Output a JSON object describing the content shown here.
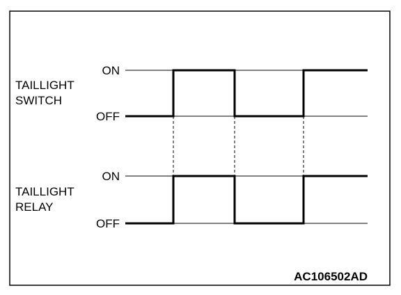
{
  "signals": [
    {
      "name_lines": [
        "TAILLIGHT",
        "SWITCH"
      ],
      "on_label": "ON",
      "off_label": "OFF",
      "states": [
        0,
        1,
        0,
        1
      ]
    },
    {
      "name_lines": [
        "TAILLIGHT",
        "RELAY"
      ],
      "on_label": "ON",
      "off_label": "OFF",
      "states": [
        0,
        1,
        0,
        1
      ]
    }
  ],
  "diagram_code": "AC106502AD",
  "colors": {
    "line": "#000000",
    "background": "#ffffff"
  }
}
